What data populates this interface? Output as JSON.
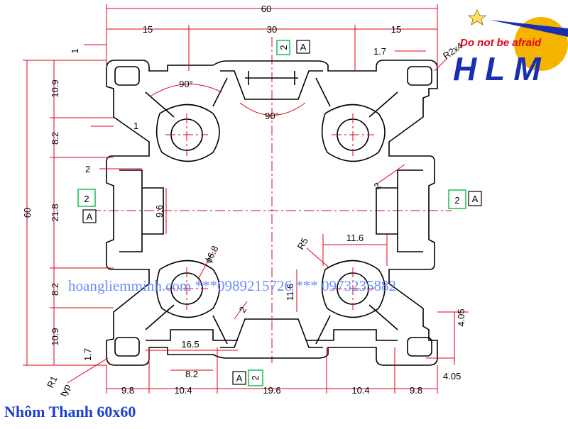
{
  "logo": {
    "slogan": "Do not be afraid",
    "brand": "HLM",
    "colors": {
      "brand": "#1a2fb0",
      "slogan": "#e3001b",
      "sun": "#f5b400"
    }
  },
  "watermark": "hoangliemminh.com ***0989215726 *** 0973235882",
  "caption": "Nhôm Thanh 60x60",
  "colors": {
    "dimension": "#e3001b",
    "profile": "#000000",
    "datum_box": "#22c55e",
    "caption": "#1f3fd0"
  },
  "dimensions": {
    "overall_width": "60",
    "top_left_segment": "15",
    "top_middle_segment": "30",
    "top_right_segment": "15",
    "overall_height": "60",
    "left_1": "1",
    "left_10_9": "10.9",
    "left_8_2": "8.2",
    "left_21_8": "21.8",
    "left_8_2_b": "8.2",
    "left_10_9_b": "10.9",
    "wall_1": "1",
    "wall_2_left": "2",
    "angle_left": "90°",
    "angle_center": "90°",
    "slot_9_6": "9.6",
    "top_right_1_7": "1.7",
    "corner_r2": "R2x4",
    "wall_2_right": "2",
    "hole_dia": "ϕ6.8",
    "radius_r5": "R5",
    "width_11_6": "11.6",
    "height_11_6": "11.6",
    "wall_2_bottom": "2",
    "left_1_7": "1.7",
    "slot_16_5": "16.5",
    "slot_8_2": "8.2",
    "bottom_9_8_left": "9.8",
    "bottom_10_4_left": "10.4",
    "bottom_19_6": "19.6",
    "bottom_10_4_right": "10.4",
    "bottom_9_8_right": "9.8",
    "right_4_05_upper": "4.05",
    "right_4_05_lower": "4.05",
    "r1_typ_a": "R1",
    "r1_typ_b": "typ"
  },
  "datums": {
    "top_value": "2",
    "top_ref": "A",
    "left_value": "2",
    "left_ref": "A",
    "right_value": "2",
    "right_ref": "A",
    "bottom_value": "2",
    "bottom_ref": "A"
  }
}
